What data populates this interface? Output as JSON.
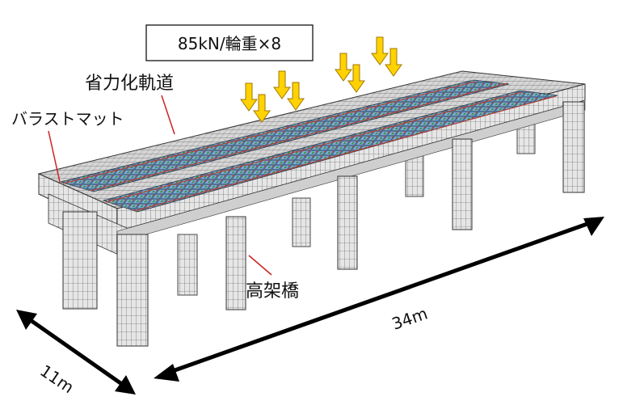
{
  "labels": {
    "load": "85kN/輪重×8",
    "track": "省力化軌道",
    "mat": "バラストマット",
    "viaduct": "高架橋",
    "length": "34m",
    "width": "11m"
  },
  "colors": {
    "deck": "#d8d8d8",
    "deck_edge": "#b9b9b9",
    "mesh": "#4a4a4a",
    "pier": "#e4e4e4",
    "rail_base": "#2f3d4a",
    "rail_panel": "#7fb0d8",
    "rail_green": "#3a8a3a",
    "rail_red": "#c0392b",
    "arrow_fill": "#ffd200",
    "arrow_stroke": "#a07800",
    "leader": "#cc2222"
  }
}
